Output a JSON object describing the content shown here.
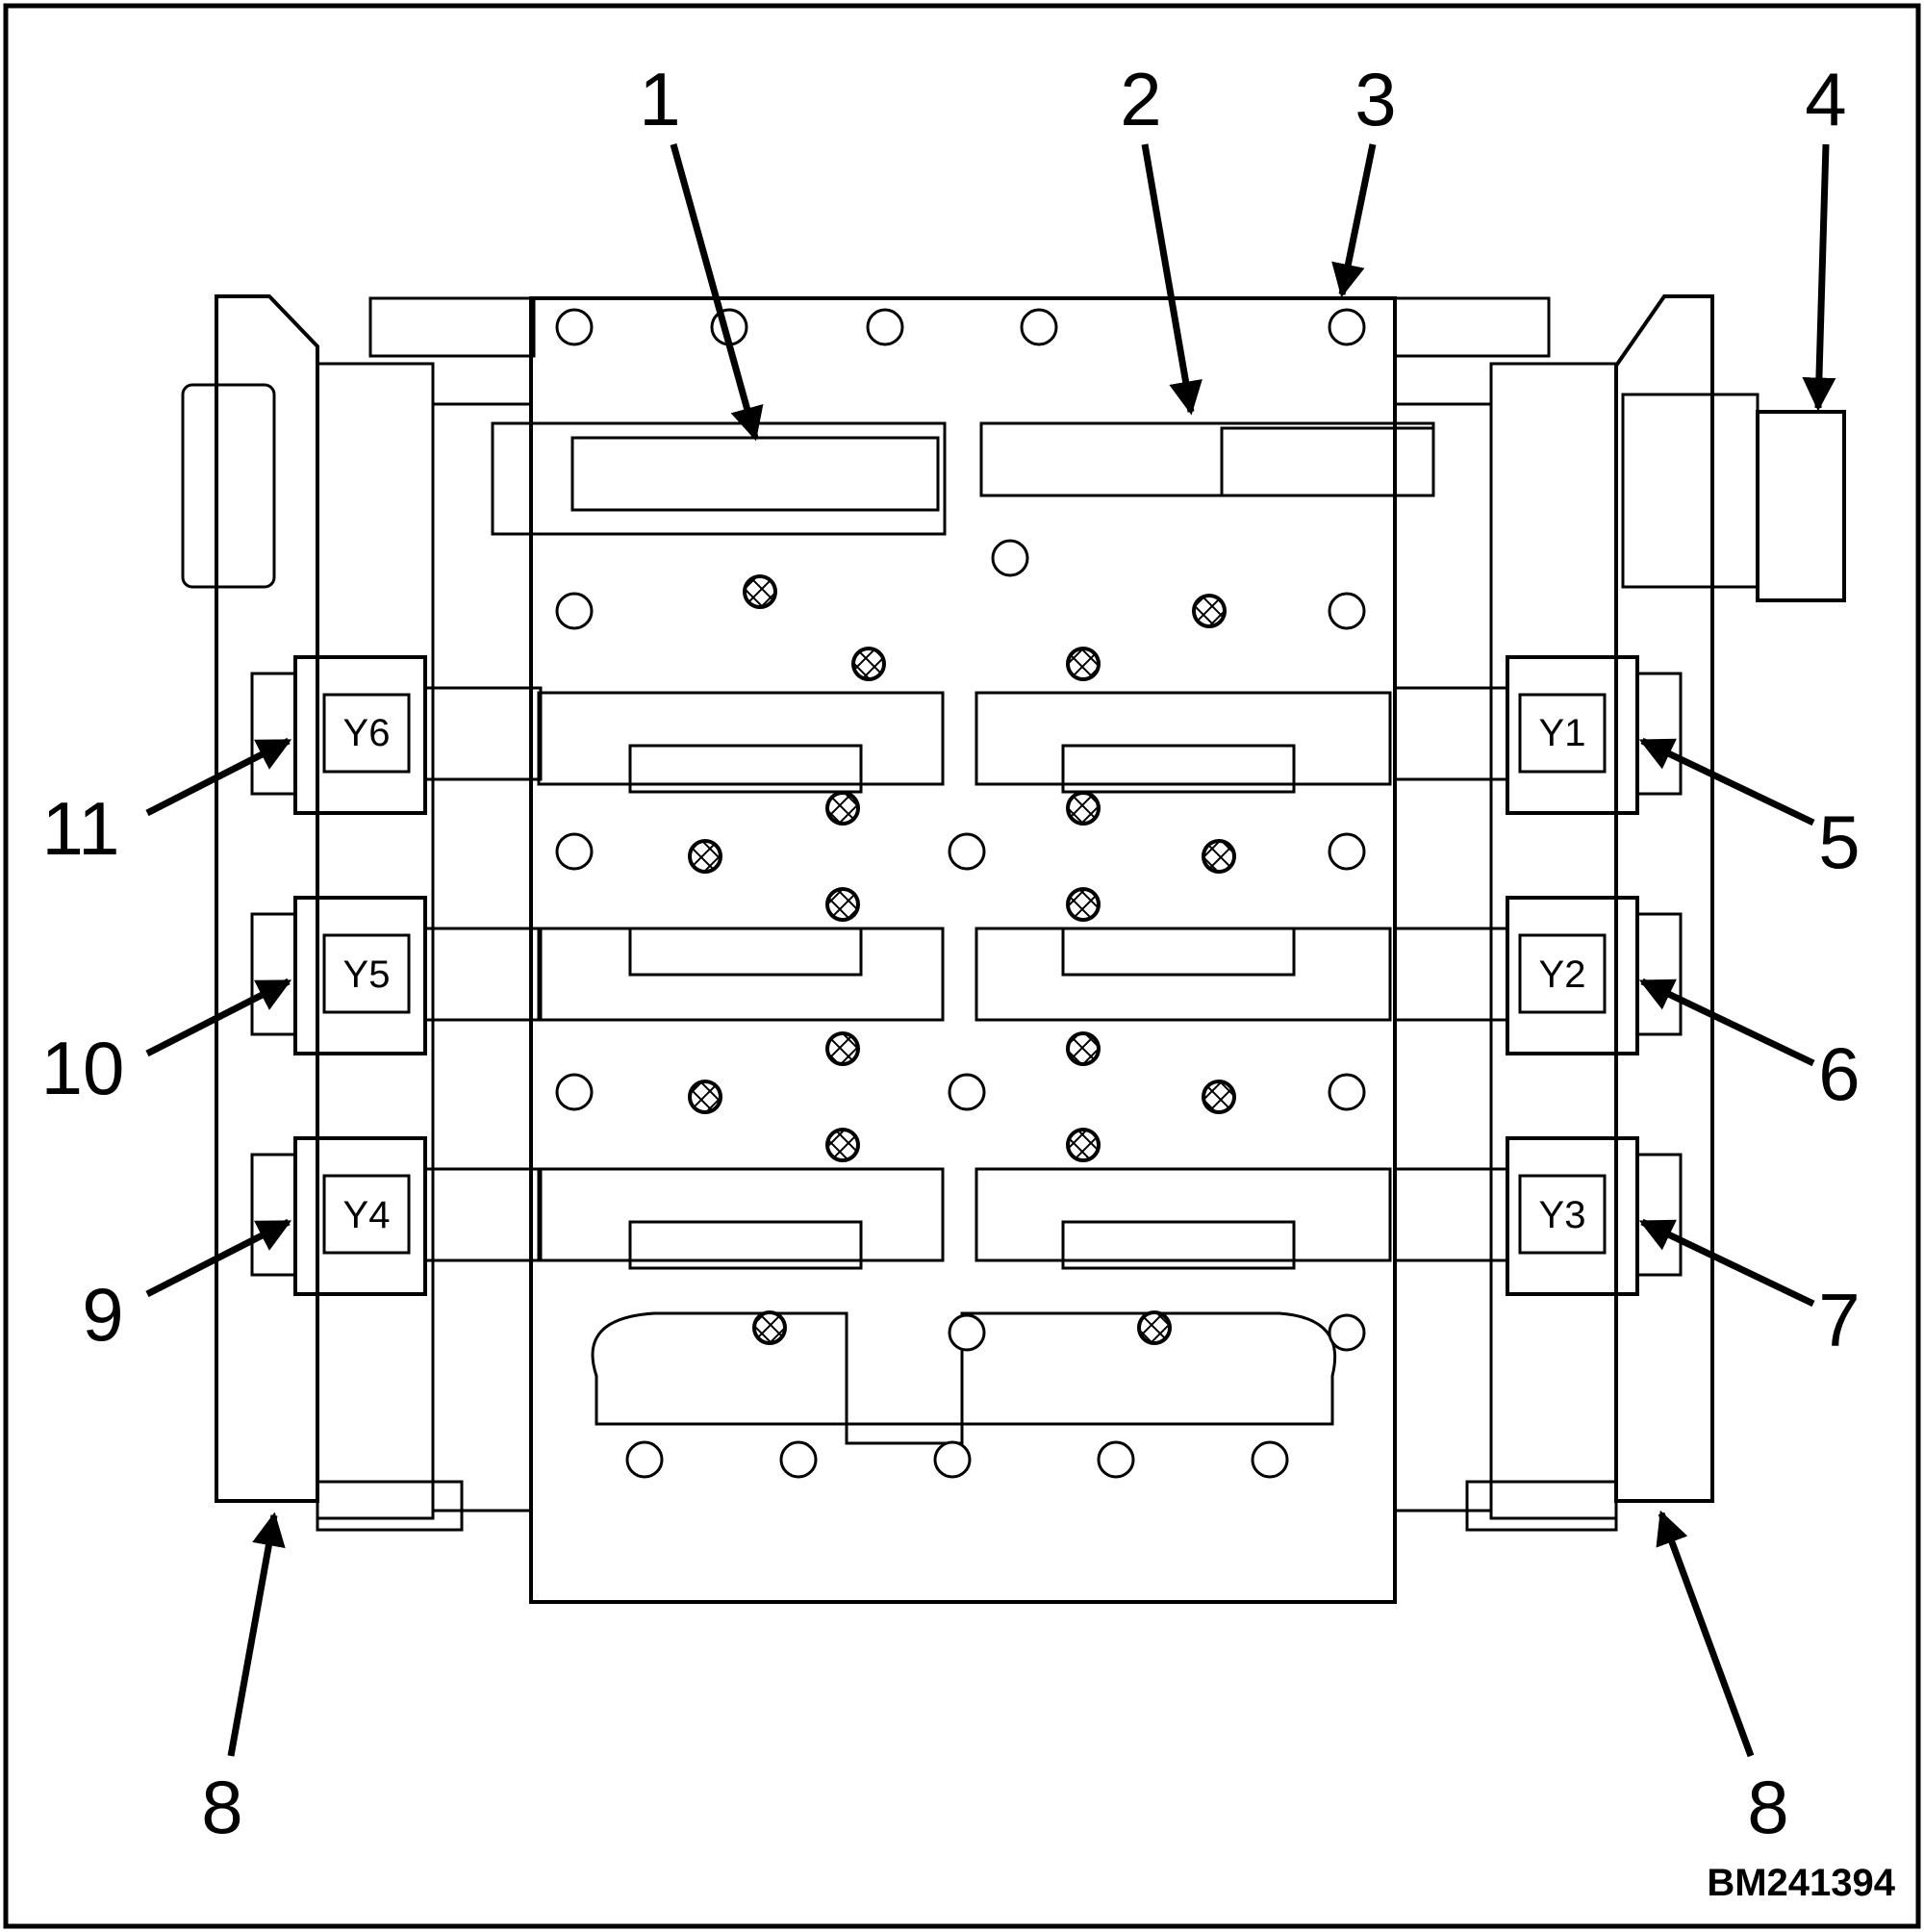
{
  "figure": {
    "id": "BM241394",
    "callouts": [
      "1",
      "2",
      "3",
      "4",
      "5",
      "6",
      "7",
      "8",
      "8",
      "9",
      "10",
      "11"
    ],
    "solenoids": [
      "Y1",
      "Y2",
      "Y3",
      "Y4",
      "Y5",
      "Y6"
    ]
  }
}
